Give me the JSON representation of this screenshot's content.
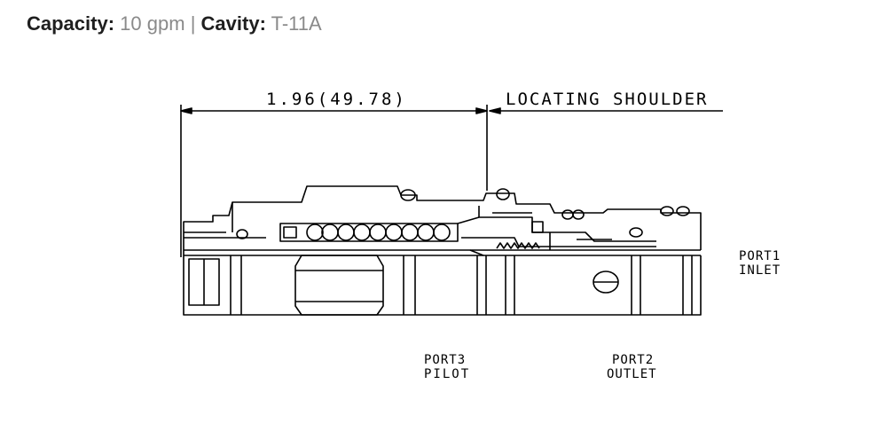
{
  "spec": {
    "capacity_label": "Capacity:",
    "capacity_value": "10 gpm",
    "separator": "|",
    "cavity_label": "Cavity:",
    "cavity_value": "T-11A"
  },
  "drawing": {
    "dimension": "1.96(49.78)",
    "locating_shoulder": "LOCATING SHOULDER",
    "port1_line1": "PORT1",
    "port1_line2": "INLET",
    "port3_line1": "PORT3",
    "port3_line2": "PILOT",
    "port2_line1": "PORT2",
    "port2_line2": "OUTLET"
  }
}
